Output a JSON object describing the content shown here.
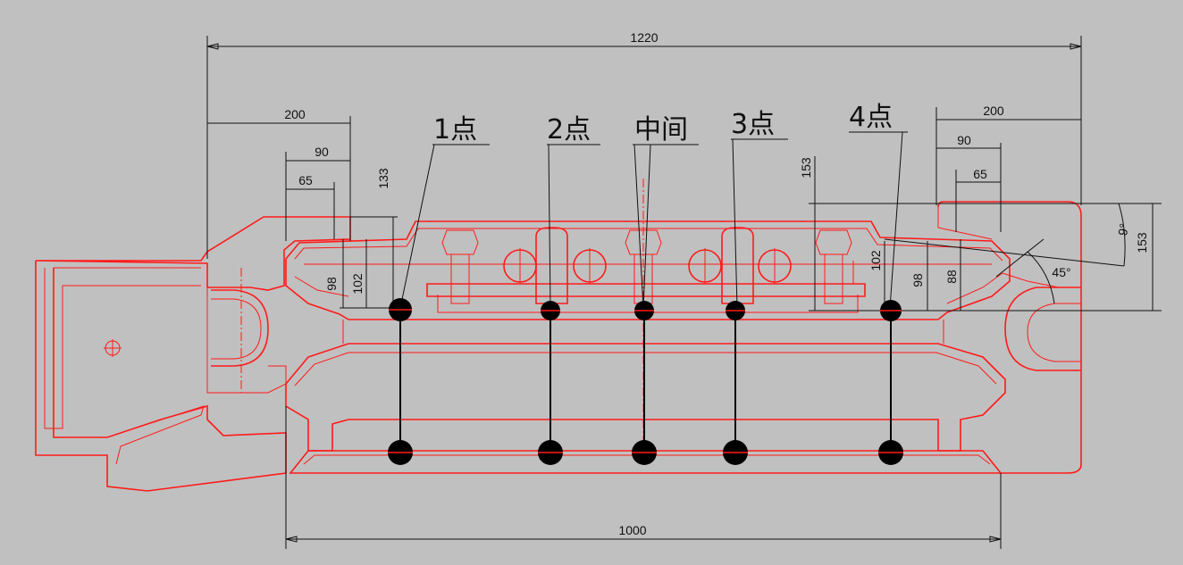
{
  "dimensions": {
    "overall_width": "1220",
    "bottom_width": "1000",
    "left_200": "200",
    "left_90": "90",
    "left_65": "65",
    "left_133": "133",
    "left_98": "98",
    "left_102": "102",
    "right_200": "200",
    "right_90": "90",
    "right_65": "65",
    "right_153_inner": "153",
    "right_153_outer": "153",
    "right_102": "102",
    "right_98": "98",
    "right_88": "88",
    "angle_9": "9°",
    "angle_45": "45°"
  },
  "callouts": {
    "point1": "1点",
    "point2": "2点",
    "middle": "中间",
    "point3": "3点",
    "point4": "4点"
  },
  "colors": {
    "background": "#c0c0c0",
    "outline": "#ff1a1a",
    "annotation": "#111111",
    "marker": "#000000"
  }
}
